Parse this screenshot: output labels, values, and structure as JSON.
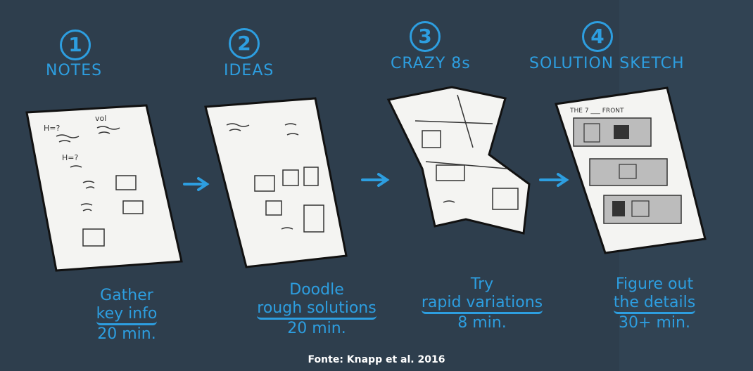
{
  "steps": [
    {
      "number": "1",
      "title": "NOTES",
      "caption": [
        "Gather",
        "key info",
        "20 min."
      ]
    },
    {
      "number": "2",
      "title": "IDEAS",
      "caption": [
        "Doodle",
        "rough solutions",
        "20 min."
      ]
    },
    {
      "number": "3",
      "title": "CRAZY 8s",
      "caption": [
        "Try",
        "rapid variations",
        "8 min."
      ]
    },
    {
      "number": "4",
      "title": "SOLUTION SKETCH",
      "caption": [
        "Figure out",
        "the details",
        "30+ min."
      ]
    }
  ],
  "sketch_text": {
    "note1": "H=?",
    "note2": "vol",
    "note3": "H=?",
    "solution_heading": "THE 7 ___ FRONT"
  },
  "source": "Fonte: Knapp et al. 2016",
  "colors": {
    "background": "#2e3e4d",
    "accent": "#2d9ee0",
    "paper": "#f4f4f2",
    "ink": "#222222"
  }
}
